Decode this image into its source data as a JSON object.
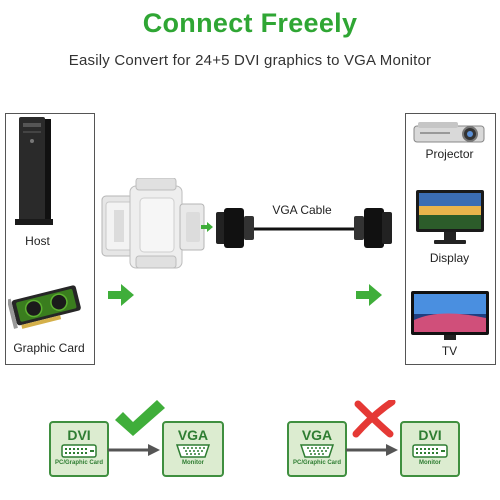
{
  "header": {
    "title": "Connect Freeely",
    "subtitle": "Easily Convert for 24+5 DVI graphics to VGA Monitor"
  },
  "left_panel": {
    "host_label": "Host",
    "graphic_label": "Graphic Card"
  },
  "middle": {
    "cable_label": "VGA Cable"
  },
  "right_panel": {
    "projector_label": "Projector",
    "display_label": "Display",
    "tv_label": "TV"
  },
  "conversions": [
    {
      "from_label": "DVI",
      "from_sub": "PC/Graphic Card",
      "to_label": "VGA",
      "to_sub": "Monitor",
      "status": "supported"
    },
    {
      "from_label": "VGA",
      "from_sub": "PC/Graphic Card",
      "to_label": "DVI",
      "to_sub": "Monitor",
      "status": "not-supported"
    }
  ],
  "colors": {
    "brand_green": "#2fa634",
    "check_green": "#3fae3a",
    "cross_red": "#e53935",
    "badge_fill": "#dcecd0"
  }
}
